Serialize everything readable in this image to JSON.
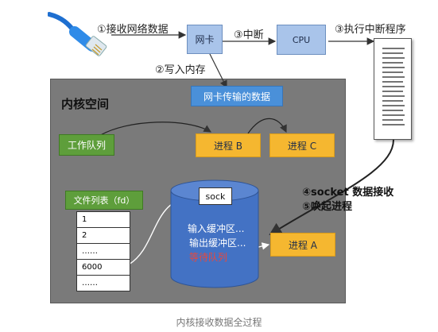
{
  "labels": {
    "receive_data": "①接收网络数据",
    "interrupt": "③中断",
    "exec_handler": "③执行中断程序",
    "write_memory": "②写入内存",
    "socket_receive": "④socket 数据接收",
    "wake_process": "⑤唤起进程",
    "caption": "内核接收数据全过程"
  },
  "nic": {
    "label": "网卡"
  },
  "cpu": {
    "label": "CPU"
  },
  "kernel": {
    "title": "内核空间",
    "nic_data_label": "网卡传输的数据"
  },
  "work_queue": {
    "label": "工作队列"
  },
  "processes": {
    "b": "进程 B",
    "c": "进程 C",
    "a": "进程 A"
  },
  "fd_list": {
    "header": "文件列表（fd）",
    "rows": [
      "1",
      "2",
      "……",
      "6000",
      "……"
    ]
  },
  "socket": {
    "label": "sock",
    "input_buffer": "输入缓冲区...",
    "output_buffer": "输出缓冲区...",
    "wait_queue": "等待队列"
  },
  "colors": {
    "kernel_bg": "#7a7a7a",
    "nic_fill": "#a9c4ea",
    "green": "#5e9e3b",
    "orange": "#f5b730",
    "socket_blue": "#4372c4",
    "nic_data_fill": "#4a90d9",
    "wait_queue_text": "#e8483c"
  },
  "icons": {
    "cable": "ethernet-cable-icon",
    "program": "program-listing-icon"
  }
}
